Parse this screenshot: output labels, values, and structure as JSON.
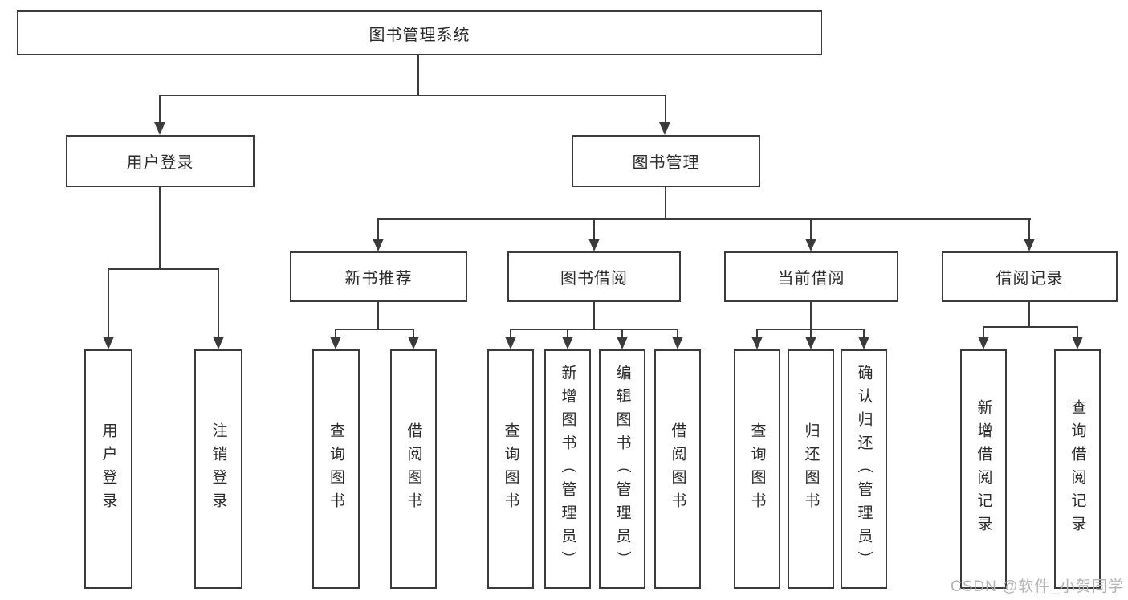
{
  "diagram": {
    "type": "tree-hierarchy",
    "root": {
      "label": "图书管理系统",
      "children": [
        {
          "label": "用户登录",
          "children": [
            {
              "label": "用户登录"
            },
            {
              "label": "注销登录"
            }
          ]
        },
        {
          "label": "图书管理",
          "children": [
            {
              "label": "新书推荐",
              "children": [
                {
                  "label": "查询图书"
                },
                {
                  "label": "借阅图书"
                }
              ]
            },
            {
              "label": "图书借阅",
              "children": [
                {
                  "label": "查询图书"
                },
                {
                  "label": "新增图书（管理员）"
                },
                {
                  "label": "编辑图书（管理员）"
                },
                {
                  "label": "借阅图书"
                }
              ]
            },
            {
              "label": "当前借阅",
              "children": [
                {
                  "label": "查询图书"
                },
                {
                  "label": "归还图书"
                },
                {
                  "label": "确认归还（管理员）"
                }
              ]
            },
            {
              "label": "借阅记录",
              "children": [
                {
                  "label": "新增借阅记录"
                },
                {
                  "label": "查询借阅记录"
                }
              ]
            }
          ]
        }
      ]
    }
  },
  "watermark": {
    "text": "CSDN @软件_小贺同学"
  },
  "colors": {
    "line": "#3b3b3b",
    "text": "#2b2b2b",
    "watermark": "#b5b5b5",
    "background": "#ffffff"
  }
}
